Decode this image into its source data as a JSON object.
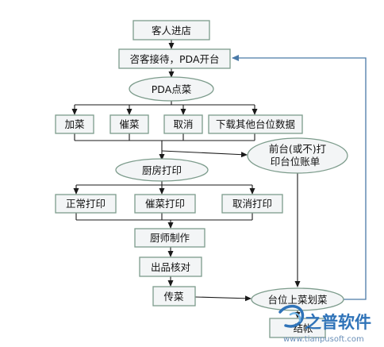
{
  "nodes": {
    "guest_arrival": "客人进店",
    "reception": "咨客接待，PDA开台",
    "pda_order": "PDA点菜",
    "add_dish": "加菜",
    "rush_dish": "催菜",
    "cancel": "取消",
    "download": "下载其他台位数据",
    "print_bill": "前台(或不)打印台位账单",
    "print_bill_line1": "前台(或不)打",
    "print_bill_line2": "印台位账单",
    "kitchen_print": "厨房打印",
    "normal_print": "正常打印",
    "rush_print": "催菜打印",
    "cancel_print": "取消打印",
    "chef_cook": "厨师制作",
    "output_check": "出品核对",
    "serve": "传菜",
    "table_mark": "台位上菜划菜",
    "checkout": "结帐"
  },
  "watermark": {
    "brand": "之普软件",
    "url": "www.tianpusoft.com"
  },
  "colors": {
    "node_fill": "#f3f5f6",
    "node_border": "#7d9c8c",
    "edge": "#1a1a1a",
    "return_edge": "#4a7aa8",
    "watermark": "#2f73b8"
  }
}
